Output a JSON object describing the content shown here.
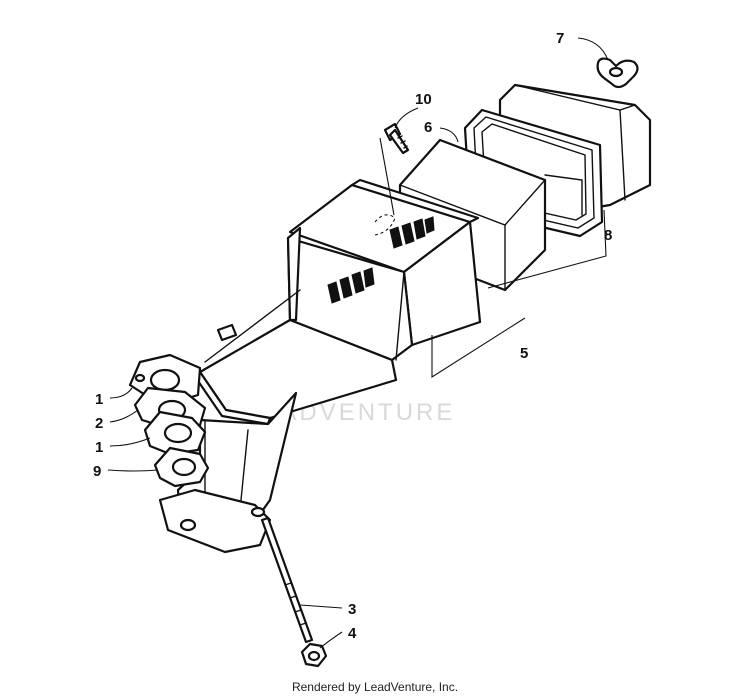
{
  "callouts": {
    "c1a": "1",
    "c2": "2",
    "c1b": "1",
    "c9": "9",
    "c3": "3",
    "c4": "4",
    "c5": "5",
    "c6": "6",
    "c7": "7",
    "c8": "8",
    "c10": "10"
  },
  "watermark": "LEADVENTURE",
  "footer": "Rendered by LeadVenture, Inc."
}
